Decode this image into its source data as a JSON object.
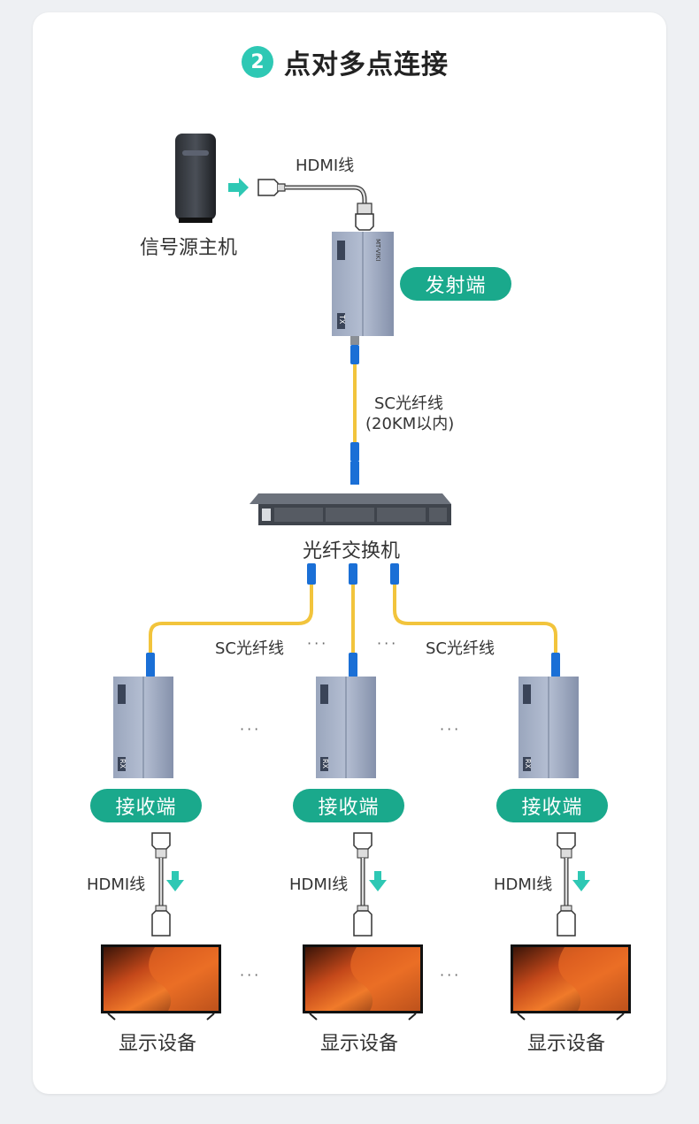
{
  "header": {
    "step_number": "2",
    "title": "点对多点连接"
  },
  "source": {
    "label": "信号源主机"
  },
  "cables": {
    "hdmi_top": "HDMI线",
    "sc_main_line1": "SC光纤线",
    "sc_main_line2": "(20KM以内)",
    "sc_left": "SC光纤线",
    "sc_right": "SC光纤线",
    "hdmi_left": "HDMI线",
    "hdmi_mid": "HDMI线",
    "hdmi_right": "HDMI线"
  },
  "transmitter": {
    "label": "发射端",
    "device_text": "MT-VIKI",
    "tag": "TX"
  },
  "switch": {
    "label": "光纤交换机"
  },
  "receivers": [
    {
      "label": "接收端",
      "tag": "RX"
    },
    {
      "label": "接收端",
      "tag": "RX"
    },
    {
      "label": "接收端",
      "tag": "RX"
    }
  ],
  "displays": [
    {
      "label": "显示设备"
    },
    {
      "label": "显示设备"
    },
    {
      "label": "显示设备"
    }
  ],
  "ellipsis": "···",
  "colors": {
    "accent": "#2ec8b4",
    "pill": "#1aa98c",
    "fiber": "#f2c43c",
    "connector": "#1a6fd6",
    "device": "#8e9bb4"
  }
}
